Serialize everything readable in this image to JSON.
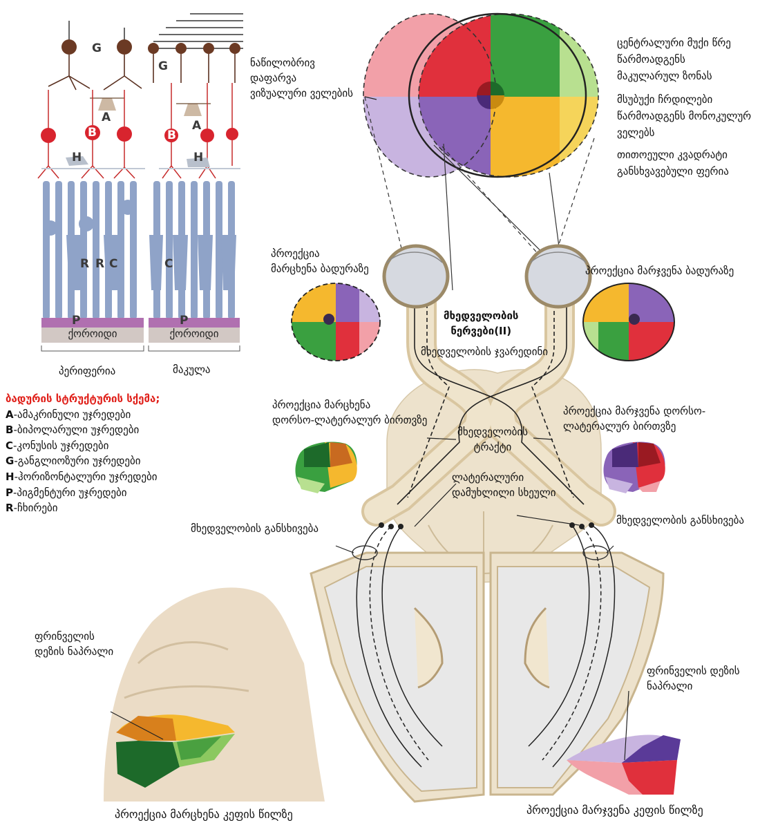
{
  "colors": {
    "red": "#e0303c",
    "pink": "#f2a0a8",
    "green": "#3aa040",
    "lightgreen": "#b8e090",
    "purple": "#8a64b8",
    "lilac": "#c8b4e0",
    "yellow": "#f5b82e",
    "brain": "#ede2cc",
    "rod": "#8fa3c8",
    "neuron_red": "#d8242e",
    "legend_title": "#e0201a"
  },
  "retina": {
    "letters": {
      "g1": "G",
      "g2": "G",
      "a1": "A",
      "a2": "A",
      "b1": "B",
      "b2": "B",
      "h1": "H",
      "h2": "H",
      "r1": "R",
      "r2": "R",
      "c1": "C",
      "c2": "C",
      "p1": "P",
      "p2": "P"
    },
    "choroid_left": "ქოროიდი",
    "choroid_right": "ქოროიდი",
    "caption_left": "პერიფერია",
    "caption_right": "მაკულა"
  },
  "legend": {
    "title": "ბადურის სტრუქტურის სქემა;",
    "items": [
      {
        "key": "A",
        "text": "-ამაკრინული უჯრედები"
      },
      {
        "key": "B",
        "text": "-ბიპოლარული უჯრედები"
      },
      {
        "key": "C",
        "text": "-კონუსის უჯრედები"
      },
      {
        "key": "G",
        "text": "-განგლიოზური უჯრედები"
      },
      {
        "key": "H",
        "text": "-ჰორიზონტალური უჯრედები"
      },
      {
        "key": "P",
        "text": "-პიგმენტური უჯრედები"
      },
      {
        "key": "R",
        "text": "-ჩხირები"
      }
    ]
  },
  "labels": {
    "partial_overlap": [
      "ნაწილობრივ",
      "დაფარვა",
      "ვიზუალური ველების"
    ],
    "central_circle": [
      "ცენტრალური მუქი წრე",
      "წარმოადგენს",
      "მაკულარულ ზონას"
    ],
    "light_shadows": [
      "მსუბუქი ჩრდილები",
      "წარმოადგენს მონოკულურ",
      "ველებს"
    ],
    "each_quadrant": [
      "თითოეული კვადრატი",
      "განსხვავებული ფერია"
    ],
    "proj_left_retina": [
      "პროექცია",
      "მარცხენა ბადურაზე"
    ],
    "proj_right_retina": "პროექცია მარჯვენა ბადურაზე",
    "optic_nerves": [
      "მხედველობის",
      "ნერვები(II)"
    ],
    "chiasm": "მხედველობის ჯვარედინი",
    "proj_left_lgn": [
      "პროექცია მარცხენა",
      "დორსო-ლატერალურ ბირთვზე"
    ],
    "proj_right_lgn": [
      "პროექცია მარჯვენა დორსო-",
      "ლატერალურ ბირთვზე"
    ],
    "optic_tract": [
      "მხედველობის",
      "ტრაქტი"
    ],
    "lgn": [
      "ლატერალური",
      "დამუხლილი სხეული"
    ],
    "radiation_left": "მხედველობის განსხივება",
    "radiation_right": "მხედველობის განსხივება",
    "calcarine_left": [
      "ფრინველის",
      "დეზის ნაპრალი"
    ],
    "calcarine_right": [
      "ფრინველის დეზის",
      "ნაპრალი"
    ],
    "cortex_left": "პროექცია მარცხენა კეფის წილზე",
    "cortex_right": "პროექცია მარჯვენა კეფის წილზე"
  }
}
